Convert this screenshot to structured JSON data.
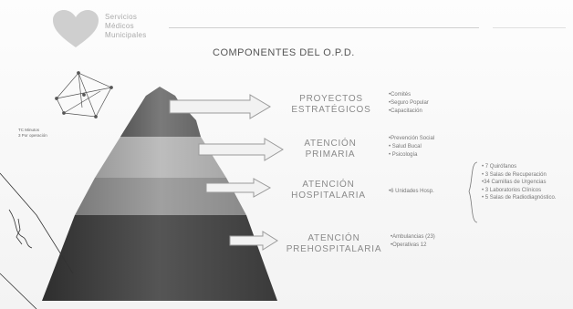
{
  "header": {
    "org_lines": [
      "Servicios",
      "Médicos",
      "Municipales"
    ],
    "title": "COMPONENTES DEL O.P.D."
  },
  "side_note": [
    "TC Minutos",
    "3 Por operación"
  ],
  "components": [
    {
      "label_lines": [
        "PROYECTOS",
        "ESTRATÉGICOS"
      ],
      "bullets": [
        "•Comités",
        "•Seguro Popular",
        "•Capacitación"
      ]
    },
    {
      "label_lines": [
        "ATENCIÓN",
        "PRIMARIA"
      ],
      "bullets": [
        "•Prevención Social",
        "• Salud Bucal",
        "• Psicología"
      ]
    },
    {
      "label_lines": [
        "ATENCIÓN",
        "HOSPITALARIA"
      ],
      "bullets": [
        "•6 Unidades Hosp."
      ]
    },
    {
      "label_lines": [
        "ATENCIÓN",
        "PREHOSPITALARIA"
      ],
      "bullets": [
        "•Ambulancias (23)",
        "•Operativas 12"
      ]
    }
  ],
  "hospital_details": [
    "• 7 Quirófanos",
    "• 3 Salas de Recuperación",
    "•34 Camillas de Urgencias",
    "• 3 Laboratorios Clínicos",
    "• 5 Salas de Radiodiagnóstico."
  ],
  "colors": {
    "tier1": "#6e6e6e",
    "tier2": "#a5a5a5",
    "tier3": "#8c8c8c",
    "tier4": "#3f3f3f",
    "arrow": "#9a9a9a",
    "logo": "#c9c9c9"
  }
}
